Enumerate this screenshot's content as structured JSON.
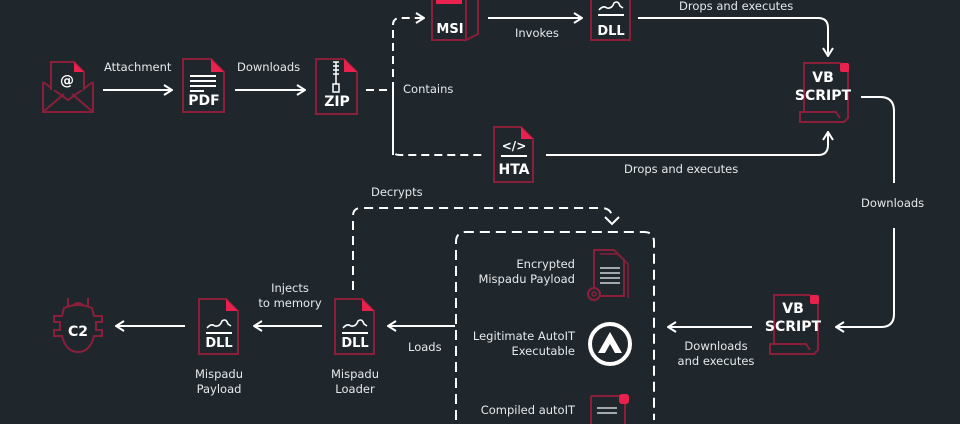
{
  "colors": {
    "background": "#1f272d",
    "accent": "#e8214f",
    "outline": "#8a1f3a",
    "line": "#ffffff",
    "text": "#e6e8ea"
  },
  "nodes": {
    "email": {
      "icon": "email-attachment-icon",
      "glyph": "@"
    },
    "pdf": {
      "label": "PDF"
    },
    "zip": {
      "label": "ZIP"
    },
    "msi": {
      "label": "MSI"
    },
    "dll_top": {
      "label": "DLL"
    },
    "hta": {
      "label": "HTA",
      "glyph": "</>"
    },
    "vbs_top": {
      "label_line1": "VB",
      "label_line2": "SCRIPT"
    },
    "vbs_bottom": {
      "label_line1": "VB",
      "label_line2": "SCRIPT"
    },
    "c2": {
      "label": "C2"
    },
    "dll_payload": {
      "label": "DLL",
      "caption_line1": "Mispadu",
      "caption_line2": "Payload"
    },
    "dll_loader": {
      "label": "DLL",
      "caption_line1": "Mispadu",
      "caption_line2": "Loader"
    },
    "group": {
      "items": [
        {
          "line1": "Encrypted",
          "line2": "Mispadu Payload"
        },
        {
          "line1": "Legitimate AutoIT",
          "line2": "Executable"
        },
        {
          "line1": "Compiled autoIT",
          "line2": ""
        }
      ]
    }
  },
  "edges": {
    "attachment": "Attachment",
    "downloads_pdf_zip": "Downloads",
    "contains": "Contains",
    "invokes": "Invokes",
    "drops_executes_top": "Drops and executes",
    "drops_executes_hta": "Drops and executes",
    "downloads_vbs": "Downloads",
    "downloads_executes_line1": "Downloads",
    "downloads_executes_line2": "and executes",
    "loads": "Loads",
    "injects_line1": "Injects",
    "injects_line2": "to memory",
    "decrypts": "Decrypts"
  }
}
